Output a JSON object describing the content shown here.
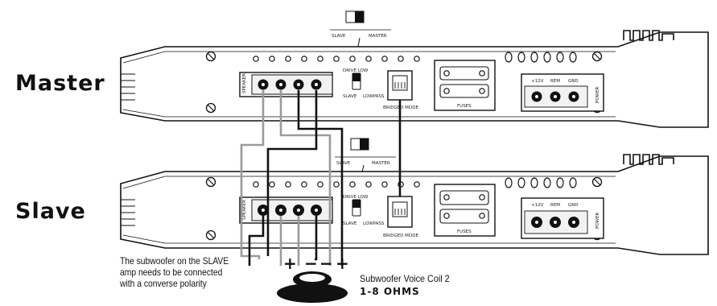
{
  "labels": {
    "master": "Master",
    "slave": "Slave"
  },
  "switch": {
    "slave": "SLAVE",
    "master": "MASTER",
    "bridge_low": "DRIVE LOW",
    "lowpass": "LOWPASS",
    "bridged_mode": "BRIDGED MODE"
  },
  "panels": {
    "speaker": "SPEAKER",
    "fuses": "FUSES",
    "power_terminals": [
      "+12V",
      "REM",
      "GND"
    ],
    "power": "POWER"
  },
  "note": {
    "line1": "The subwoofer on the SLAVE",
    "line2": "amp needs to be connected",
    "line3": "with a converse polarity"
  },
  "polarity_marks": [
    "+",
    "−",
    "−",
    "+"
  ],
  "subwoofer": {
    "voice": "Subwoofer Voice Coil 2",
    "ohms": "1-8 OHMS"
  },
  "colors": {
    "ink": "#111111",
    "grey_wire": "#9a9a9a"
  }
}
